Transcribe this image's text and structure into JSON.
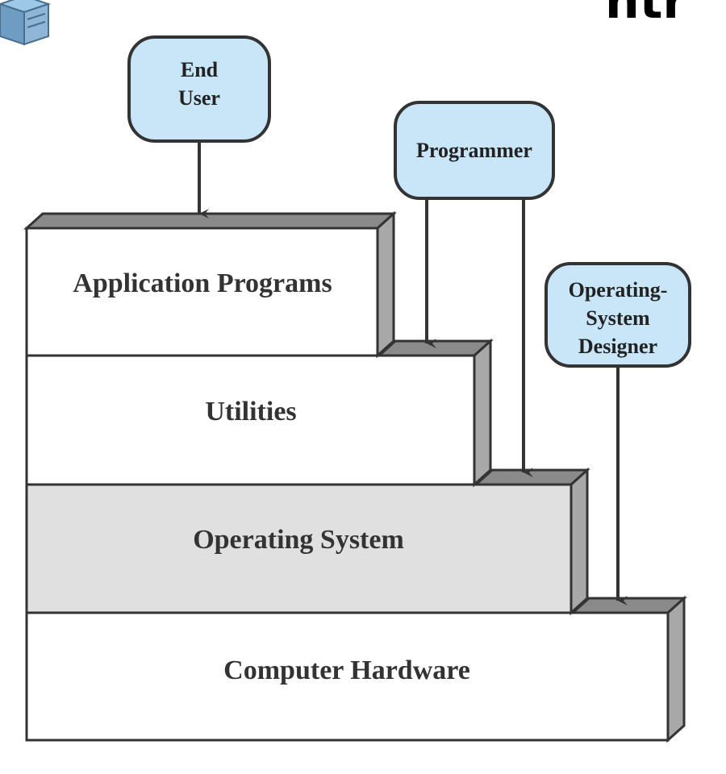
{
  "corner_title": "ntr",
  "layers": [
    {
      "id": "application-programs",
      "label": "Application Programs",
      "fill": "#ffffff"
    },
    {
      "id": "utilities",
      "label": "Utilities",
      "fill": "#ffffff"
    },
    {
      "id": "operating-system",
      "label": "Operating System",
      "fill": "#e0e0e0"
    },
    {
      "id": "computer-hardware",
      "label": "Computer Hardware",
      "fill": "#ffffff"
    }
  ],
  "actors": [
    {
      "id": "end-user",
      "lines": [
        "End",
        "User"
      ]
    },
    {
      "id": "programmer",
      "lines": [
        "Programmer"
      ]
    },
    {
      "id": "os-designer",
      "lines": [
        "Operating-",
        "System",
        "Designer"
      ]
    }
  ],
  "colors": {
    "actor_fill": "#c8e6f8",
    "stroke": "#333333",
    "ledge": "#8a8a8a",
    "side": "#a8a8a8"
  },
  "corner_icon": "server-icon"
}
